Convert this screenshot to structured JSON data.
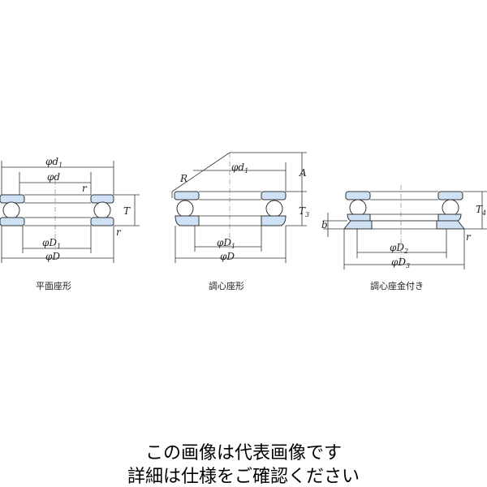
{
  "labels": {
    "phi": "φ",
    "d1": "d",
    "d1_sub": "1",
    "d": "d",
    "D1": "D",
    "D1_sub": "1",
    "D": "D",
    "D2": "D",
    "D2_sub": "2",
    "D3": "D",
    "D3_sub": "3",
    "r": "r",
    "T": "T",
    "T3": "T",
    "T3_sub": "3",
    "T4": "T",
    "T4_sub": "4",
    "A": "A",
    "R": "R",
    "b": "b"
  },
  "captions": {
    "flat_seat": "平面座形",
    "aligning_seat": "調心座形",
    "aligning_seat_washer": "調心座金付き"
  },
  "note": {
    "line1": "この画像は代表画像です",
    "line2": "詳細は仕様をご確認ください"
  },
  "colors": {
    "race_fill": "#cfe2f5",
    "outline": "#333333"
  }
}
